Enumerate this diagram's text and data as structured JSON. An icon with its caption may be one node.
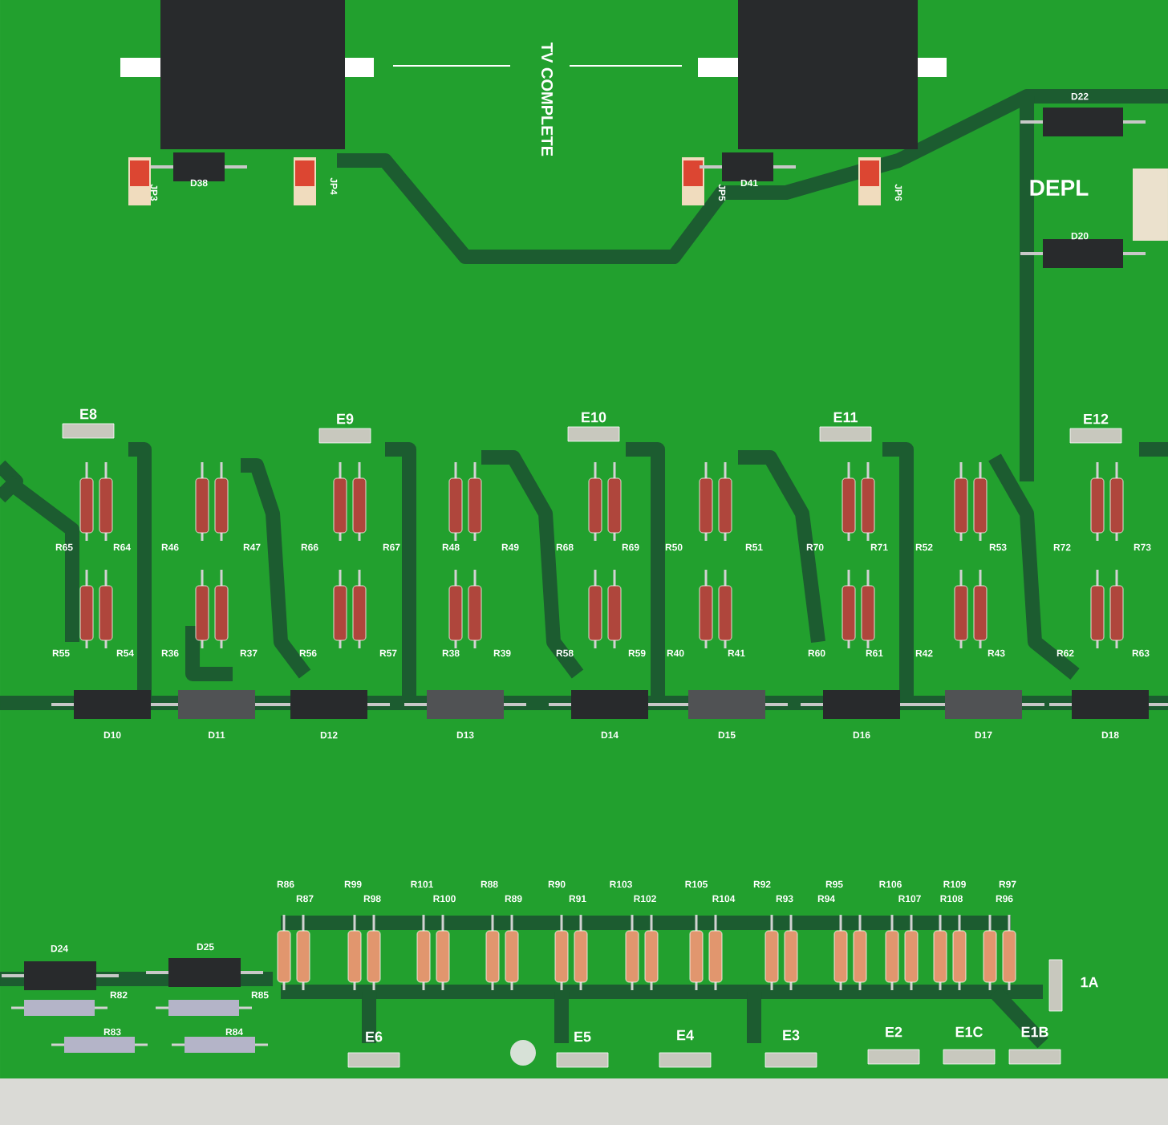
{
  "diagram": {
    "labels": [
      "TV COMPLETE",
      "D22",
      "JP3",
      "D38",
      "JP4",
      "JP5",
      "D41",
      "JP6",
      "DEPL",
      "D20",
      "E8",
      "E9",
      "E10",
      "E11",
      "E12",
      "R65",
      "R64",
      "R46",
      "R47",
      "R66",
      "R67",
      "R48",
      "R49",
      "R68",
      "R69",
      "R50",
      "R51",
      "R70",
      "R71",
      "R52",
      "R53",
      "R72",
      "R73",
      "R55",
      "R54",
      "R36",
      "R37",
      "R56",
      "R57",
      "R38",
      "R39",
      "R58",
      "R59",
      "R40",
      "R41",
      "R60",
      "R61",
      "R42",
      "R43",
      "R62",
      "R63",
      "D10",
      "D11",
      "D12",
      "D13",
      "D14",
      "D15",
      "D16",
      "D17",
      "D18",
      "R86",
      "R99",
      "R101",
      "R88",
      "R90",
      "R103",
      "R105",
      "R92",
      "R95",
      "R106",
      "R109",
      "R97",
      "R87",
      "R98",
      "R100",
      "R89",
      "R91",
      "R102",
      "R104",
      "R93",
      "R94",
      "R107",
      "R108",
      "R96",
      "D24",
      "D25",
      "R82",
      "R85",
      "1A",
      "R83",
      "R84",
      "E6",
      "E5",
      "E4",
      "E3",
      "E2",
      "E1C",
      "E1B"
    ]
  }
}
